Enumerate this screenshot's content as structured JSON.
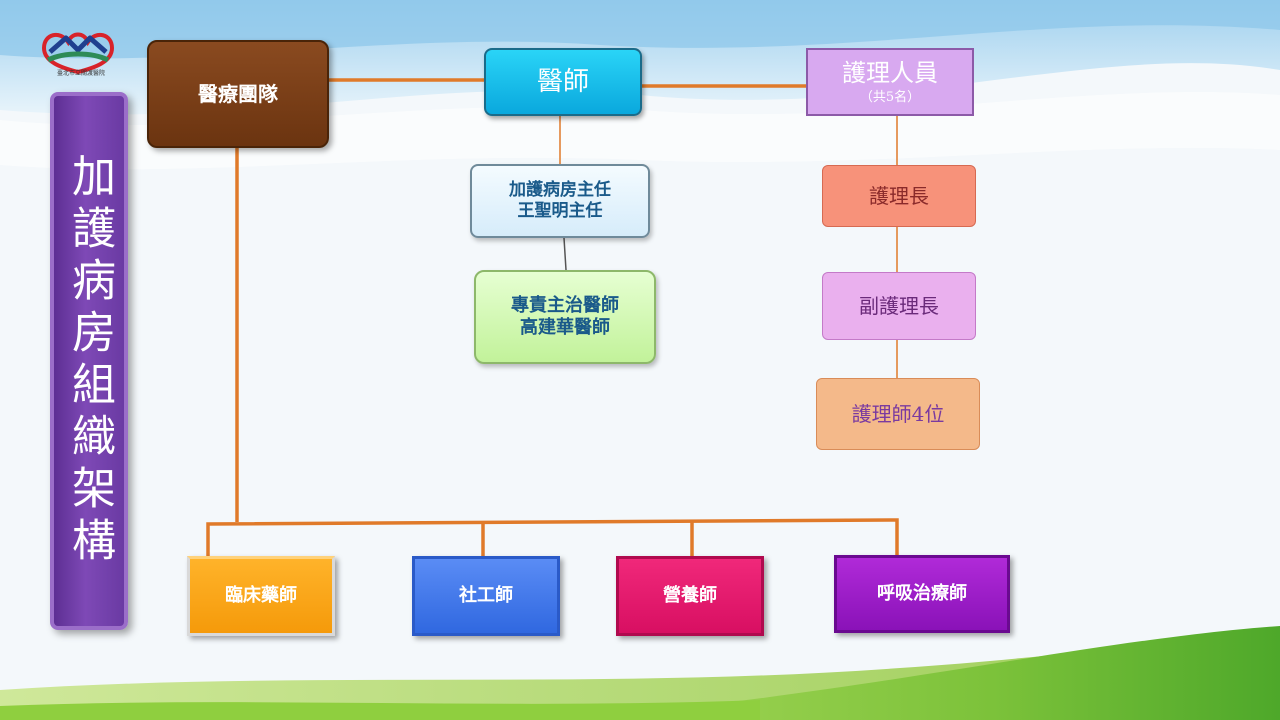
{
  "logo": {
    "caption": "臺北市立關渡醫院",
    "colors": {
      "red": "#d8232a",
      "blue": "#1f3f8f",
      "green": "#2e8b57"
    }
  },
  "title": "加護病房組織架構",
  "nodes": {
    "medical_team": "醫療團隊",
    "doctor": "醫師",
    "nurses": {
      "label": "護理人員",
      "sub": "（共5名）"
    },
    "icu_director": {
      "line1": "加護病房主任",
      "line2": "王聖明主任"
    },
    "attending": {
      "line1": "專責主治醫師",
      "line2": "高建華醫師"
    },
    "head_nurse": "護理長",
    "deputy_head_nurse": "副護理長",
    "nurse_staff": "護理師4位",
    "pharmacist": "臨床藥師",
    "social_worker": "社工師",
    "nutritionist": "營養師",
    "respiratory_therapist": "呼吸治療師"
  },
  "colors": {
    "connector": "#e07a2a",
    "title_bar": "#6a3aa3",
    "sky": "#b9ddf2",
    "grass": "#7ec63a"
  }
}
